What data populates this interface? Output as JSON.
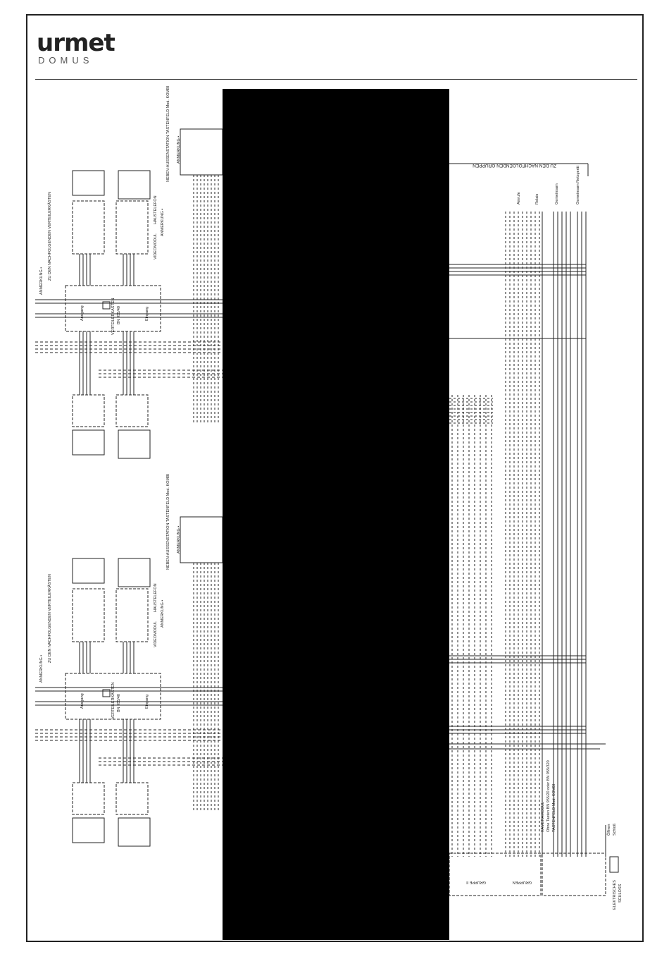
{
  "brand": {
    "name": "urmet",
    "sub": "DOMUS"
  },
  "colors": {
    "ink": "#222222",
    "blackout": "#000000",
    "paper": "#ffffff"
  },
  "labels": {
    "next_groups": "ZU DEN NACHFOLGENDEN GRUPPEN",
    "amrufe": "Amrufe",
    "relais": "Relais",
    "gemeinsam": "Gemeinsam",
    "gemeinsam_netzgerat": "Gemeinsam Netzgerät",
    "neben_station": "NEBEN-AUSSENSTATION TASTENFELD Mod. KOMBI",
    "anmerkung_bullet": "ANMERKUNG •",
    "zu_verteilerkasten": "ZU DEN NACHFOLGENDEN VERTEILERKÄSTEN",
    "anmerkung": "ANMERKUNG •",
    "videomodul": "VIDEOMODUL",
    "haustelefon": "HAUSTELEFON",
    "verteilerkasten": "VERTEILERKASTEN",
    "bn": "BN 955/40",
    "ausgang": "Ausgang",
    "eingang": "Eingang",
    "kameramodul": "KAMERAMODUL",
    "ohne_tasten": "Ohne Tasten BN 955/20 oder BN 955/320",
    "tastenfeld": "TASTENFELD Mod. KOMBI",
    "offnen": "Öffnen",
    "schlo": "Schloß",
    "elektrisches": "ELEKTRISCHES",
    "schloss": "SCHLOSS",
    "gruppe_ii": "GRUPPE II",
    "gruppen": "GRUPPEN"
  }
}
